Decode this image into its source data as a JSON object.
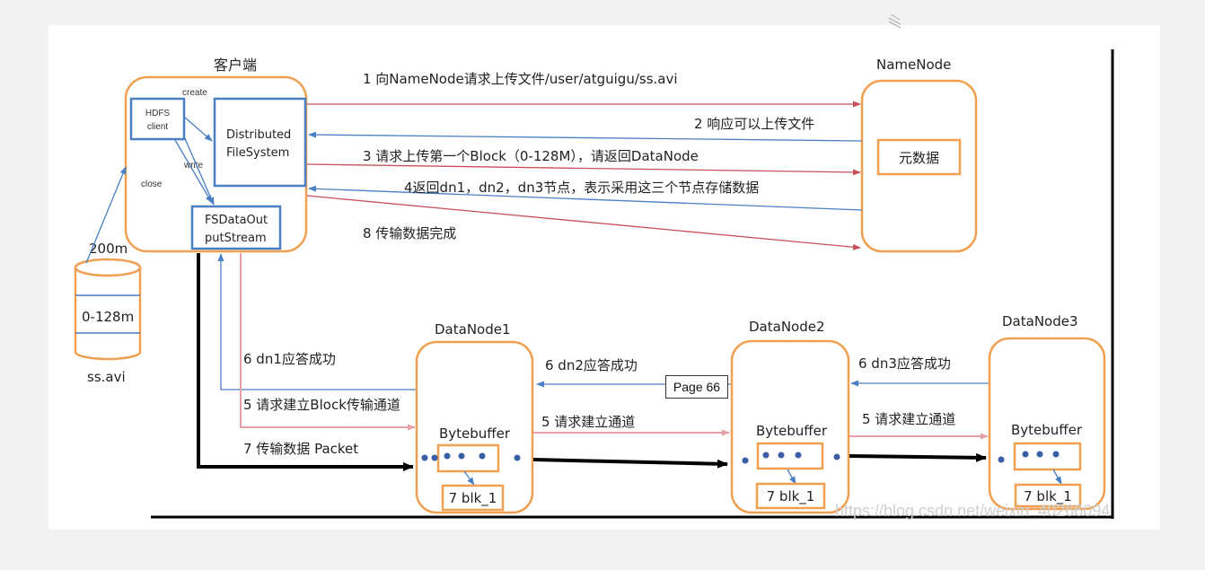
{
  "client": {
    "title": "客户端",
    "hdfs_client": [
      "HDFS",
      "client"
    ],
    "distributed_fs": [
      "Distributed",
      "FileSystem"
    ],
    "fsdataoutputstream": [
      "FSDataOut",
      "putStream"
    ],
    "create_label": "create",
    "write_label": "write",
    "close_label": "close"
  },
  "file": {
    "size_label": "200m",
    "block_label": "0-128m",
    "name": "ss.avi"
  },
  "namenode": {
    "title": "NameNode",
    "metadata_label": "元数据"
  },
  "messages": {
    "step1": "1 向NameNode请求上传文件/user/atguigu/ss.avi",
    "step2": "2 响应可以上传文件",
    "step3": "3 请求上传第一个Block（0-128M），请返回DataNode",
    "step4": "4返回dn1，dn2，dn3节点，表示采用这三个节点存储数据",
    "step8": "8 传输数据完成",
    "step6_dn1": "6 dn1应答成功",
    "step5_block": "5 请求建立Block传输通道",
    "step7_packet": "7 传输数据  Packet",
    "step6_dn2": "6 dn2应答成功",
    "step5_dn2": "5 请求建立通道",
    "step6_dn3": "6 dn3应答成功",
    "step5_dn3": "5 请求建立通道"
  },
  "datanodes": [
    {
      "title": "DataNode1",
      "buffer": "Bytebuffer",
      "block": "7 blk_1"
    },
    {
      "title": "DataNode2",
      "buffer": "Bytebuffer",
      "block": "7 blk_1"
    },
    {
      "title": "DataNode3",
      "buffer": "Bytebuffer",
      "block": "7 blk_1"
    }
  ],
  "page_label": "Page 66",
  "watermark": "https://blog.csdn.net/weixin_40266094",
  "colors": {
    "orange": "#f0a050",
    "blue": "#4a7fc4",
    "red": "#c8505a",
    "pink": "#e8a0a8",
    "dot": "#3a5ea6"
  }
}
